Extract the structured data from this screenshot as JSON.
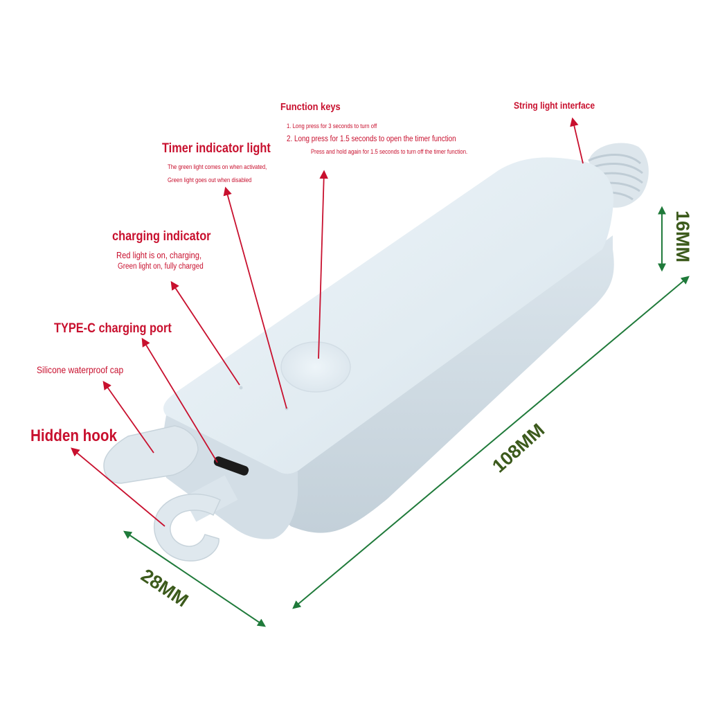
{
  "colors": {
    "callout": "#c8102e",
    "dimension": "#1f7a3a",
    "dimension_text": "#3c5a1c",
    "device_body": "#e4edf3",
    "device_shadow": "#c9d6de"
  },
  "labels": {
    "function_keys": {
      "title": "Function keys",
      "line1": "1. Long press for 3 seconds to turn off",
      "line2": "2. Long press for 1.5 seconds to open the timer function",
      "line3": "Press and hold again for 1.5 seconds to turn off the timer function."
    },
    "string_light": {
      "title": "String light interface"
    },
    "timer": {
      "title": "Timer indicator light",
      "line1": "The green light comes on when activated,",
      "line2": "Green light goes out when disabled"
    },
    "charging": {
      "title": "charging indicator",
      "line1": "Red light is on, charging,",
      "line2": "Green light on, fully charged"
    },
    "typec": {
      "title": "TYPE-C charging port"
    },
    "cap": {
      "title": "Silicone waterproof cap"
    },
    "hook": {
      "title": "Hidden hook"
    }
  },
  "dimensions": {
    "height": "16MM",
    "length": "108MM",
    "width": "28MM"
  }
}
